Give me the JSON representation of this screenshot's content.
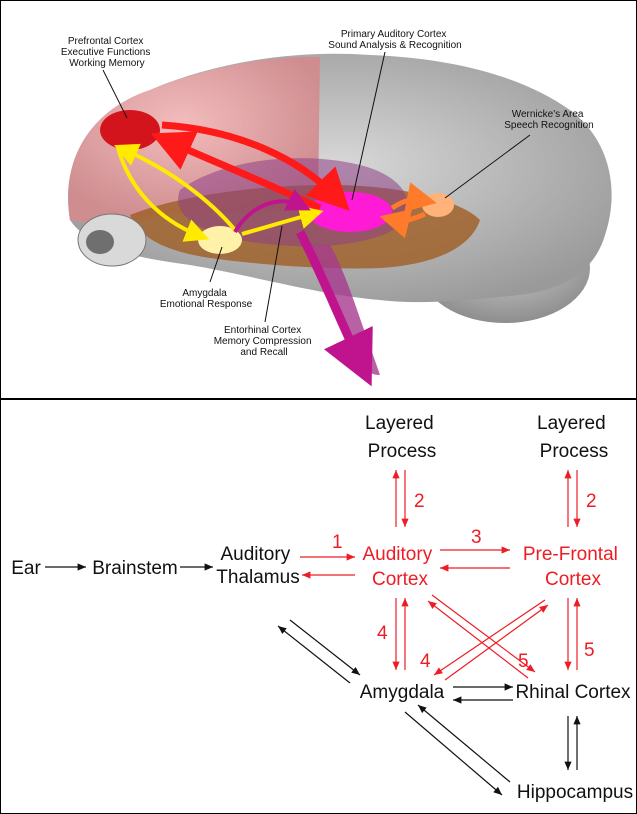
{
  "brain": {
    "prefrontal": [
      "Prefrontal Cortex",
      "Executive Functions",
      "Working Memory"
    ],
    "auditory": [
      "Primary Auditory Cortex",
      "Sound Analysis & Recognition"
    ],
    "wernicke": [
      "Wernicke's Area",
      "Speech Recognition"
    ],
    "amygdala": [
      "Amygdala",
      "Emotional Response"
    ],
    "entorhinal": [
      "Entorhinal Cortex",
      "Memory Compression",
      "and Recall"
    ]
  },
  "flow": {
    "nodes": {
      "ear": "Ear",
      "brainstem": "Brainstem",
      "thalamus": [
        "Auditory",
        "Thalamus"
      ],
      "auditory_cortex": [
        "Auditory",
        "Cortex"
      ],
      "prefrontal_cortex": [
        "Pre-Frontal",
        "Cortex"
      ],
      "layered_left": [
        "Layered",
        "Process"
      ],
      "layered_right": [
        "Layered",
        "Process"
      ],
      "amygdala": "Amygdala",
      "rhinal": "Rhinal Cortex",
      "hippocampus": "Hippocampus"
    },
    "labels": {
      "n1": "1",
      "n2a": "2",
      "n2b": "2",
      "n3": "3",
      "n4a": "4",
      "n4b": "4",
      "n5a": "5",
      "n5b": "5"
    },
    "colors": {
      "red": "#ee1c24",
      "black": "#111111"
    }
  }
}
